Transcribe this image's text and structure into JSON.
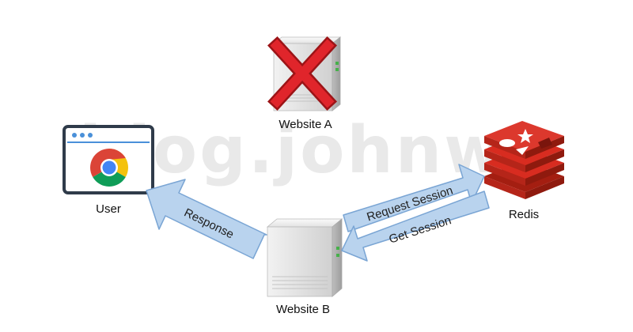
{
  "watermark": "blog.johnwu",
  "nodes": {
    "user": {
      "label": "User",
      "icon": "browser-chrome-icon"
    },
    "website_a": {
      "label": "Website A",
      "icon": "server-unavailable-icon"
    },
    "website_b": {
      "label": "Website B",
      "icon": "server-icon"
    },
    "redis": {
      "label": "Redis",
      "icon": "redis-logo-icon"
    }
  },
  "edges": {
    "response": {
      "label": "Response",
      "from": "Website B",
      "to": "User"
    },
    "request_session": {
      "label": "Request Session",
      "from": "Website B",
      "to": "Redis"
    },
    "get_session": {
      "label": "Get Session",
      "from": "Redis",
      "to": "Website B"
    }
  },
  "colors": {
    "arrow_fill": "#b9d3ee",
    "arrow_stroke": "#7aa5d4",
    "error_red": "#e0252b",
    "redis_red": "#d82c20",
    "redis_dark": "#a41e11",
    "server_gray": "#c9c9c9",
    "led_green": "#46b04a",
    "chrome_red": "#db4437",
    "chrome_yellow": "#f4c20d",
    "chrome_green": "#0f9d58",
    "chrome_blue": "#4285f4"
  }
}
